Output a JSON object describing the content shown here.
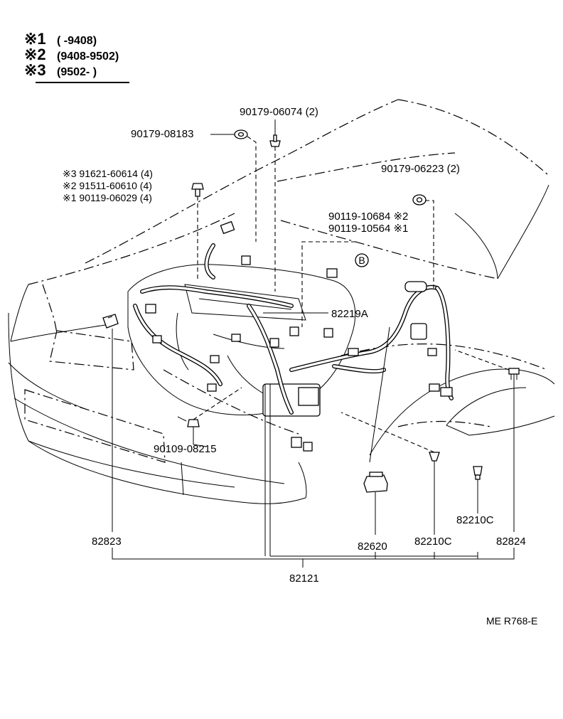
{
  "legend": {
    "rows": [
      {
        "mark": "※1",
        "range": "(      -9408)"
      },
      {
        "mark": "※2",
        "range": "(9408-9502)"
      },
      {
        "mark": "※3",
        "range": "(9502-        )"
      }
    ]
  },
  "callouts": {
    "screw_top_center": "90179-06074 (2)",
    "nut_top_left": "90179-08183",
    "bolt_left_1": "※3 91621-60614 (4)",
    "bolt_left_2": "※2 91511-60610 (4)",
    "bolt_left_3": "※1 90119-06029 (4)",
    "nut_right": "90179-06223 (2)",
    "bolt_right_1": "90119-10684 ※2",
    "bolt_right_2": "90119-10564 ※1",
    "marker_b": "B",
    "harness_engine": "82219A",
    "bolt_bottom": "90109-08215",
    "clamp_right_2": "82210C"
  },
  "bottom_row": {
    "p1": "82823",
    "p2": "82620",
    "p3": "82210C",
    "p4": "82824"
  },
  "main_part": "82121",
  "figure_code": "ME  R768-E"
}
